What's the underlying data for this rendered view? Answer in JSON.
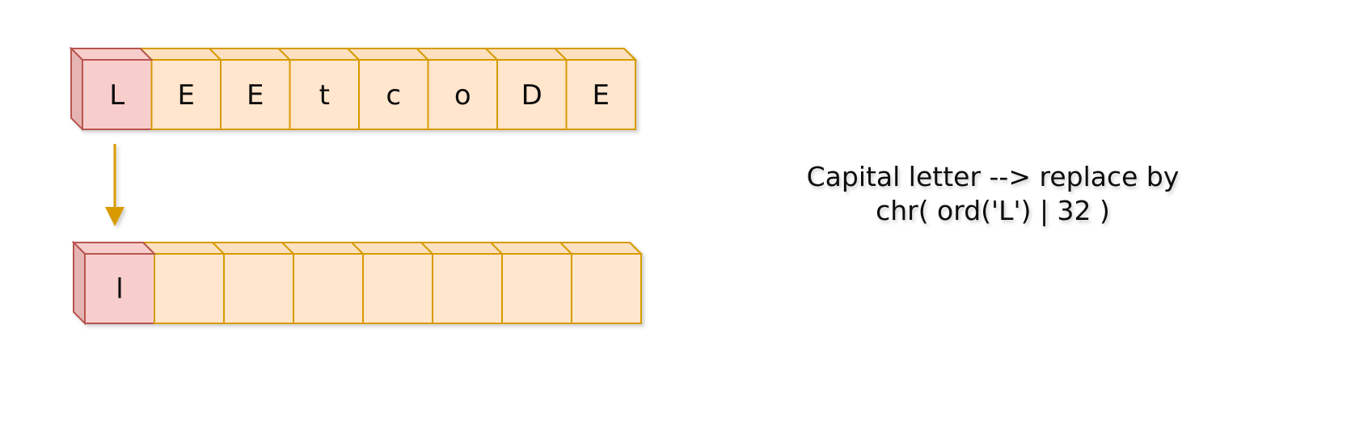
{
  "top_array": {
    "cells": [
      "L",
      "E",
      "E",
      "t",
      "c",
      "o",
      "D",
      "E"
    ],
    "highlight_index": 0
  },
  "bottom_array": {
    "cells": [
      "l",
      "",
      "",
      "",
      "",
      "",
      "",
      ""
    ],
    "highlight_index": 0
  },
  "caption": {
    "line1": "Capital letter --> replace by",
    "line2": "chr( ord('L') | 32 )"
  },
  "colors": {
    "cell_fill": "#ffe6cc",
    "cell_top": "#fce0c0",
    "cell_stroke": "#d79b00",
    "highlight_fill": "#f8cecc",
    "highlight_side": "#e6b5b3",
    "highlight_stroke": "#b85450",
    "arrow": "#d79b00"
  }
}
